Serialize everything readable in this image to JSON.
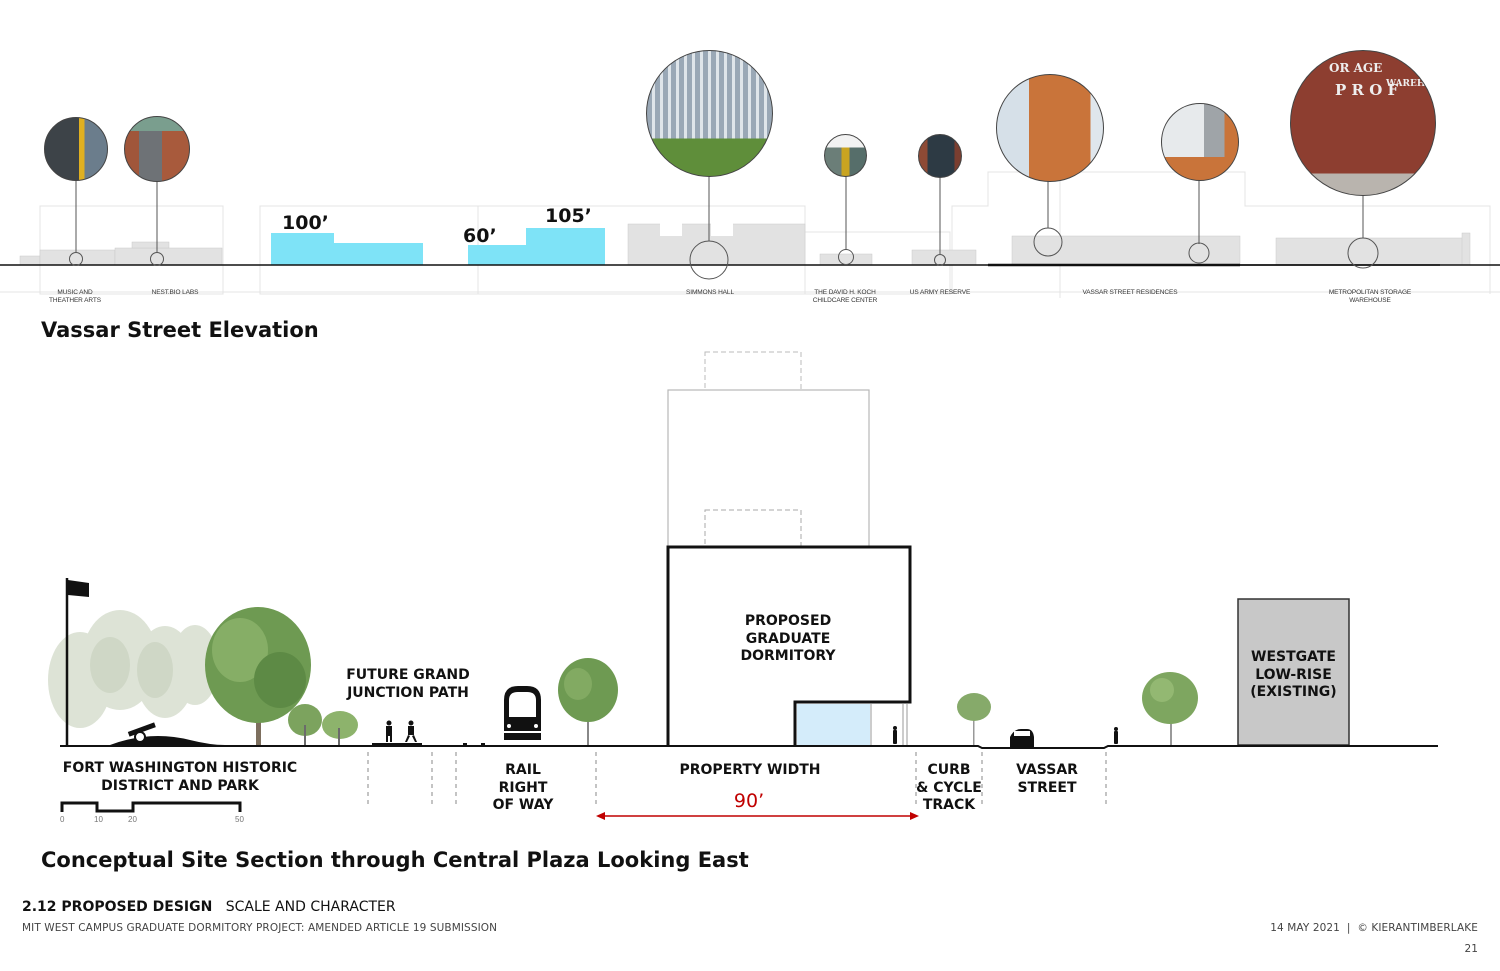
{
  "elevation": {
    "title": "Vassar Street Elevation",
    "height_labels": [
      "100’",
      "60’",
      "105’"
    ],
    "highlight_color": "#7ee3f7",
    "buildings": [
      {
        "name": "MUSIC AND\nTHEATHER ARTS",
        "photo": "music-theater-arts-photo"
      },
      {
        "name": "NEST.BIO LABS",
        "photo": "nest-bio-labs-photo"
      },
      {
        "name": "SIMMONS HALL",
        "photo": "simmons-hall-photo"
      },
      {
        "name": "THE DAVID H. KOCH\nCHILDCARE CENTER",
        "photo": "koch-childcare-photo"
      },
      {
        "name": "US ARMY RESERVE",
        "photo": "us-army-reserve-photo"
      },
      {
        "name": "VASSAR STREET RESIDENCES",
        "photo": "vassar-residences-photo"
      },
      {
        "name": "METROPOLITAN STORAGE\nWAREHOUSE",
        "photo": "metropolitan-storage-photo"
      }
    ],
    "warehouse_sign": [
      "OR AGE",
      "WAREHOU",
      "P R O F"
    ]
  },
  "section": {
    "title": "Conceptual Site Section through Central Plaza Looking East",
    "labels": {
      "fort": "FORT WASHINGTON HISTORIC\nDISTRICT AND PARK",
      "path": "FUTURE GRAND\nJUNCTION PATH",
      "rail": "RAIL\nRIGHT\nOF WAY",
      "dorm": "PROPOSED\nGRADUATE\nDORMITORY",
      "property": "PROPERTY WIDTH",
      "curb": "CURB\n& CYCLE\nTRACK",
      "vassar": "VASSAR\nSTREET",
      "westgate": "WESTGATE\nLOW-RISE\n(EXISTING)"
    },
    "dimension": {
      "value": "90’",
      "color": "#c00000"
    },
    "scale_bar": {
      "ticks": [
        "0",
        "10",
        "20",
        "50"
      ],
      "unit": "feet"
    },
    "westgate_fill": "#c8c8c8",
    "glass_fill": "#d4ecfa"
  },
  "footer": {
    "section_number": "2.12 PROPOSED DESIGN",
    "section_subtitle": "SCALE AND CHARACTER",
    "project": "MIT WEST CAMPUS GRADUATE DORMITORY PROJECT: AMENDED ARTICLE 19 SUBMISSION",
    "date_credit": "14 MAY 2021  |  © KIERANTIMBERLAKE",
    "page_number": "21"
  }
}
